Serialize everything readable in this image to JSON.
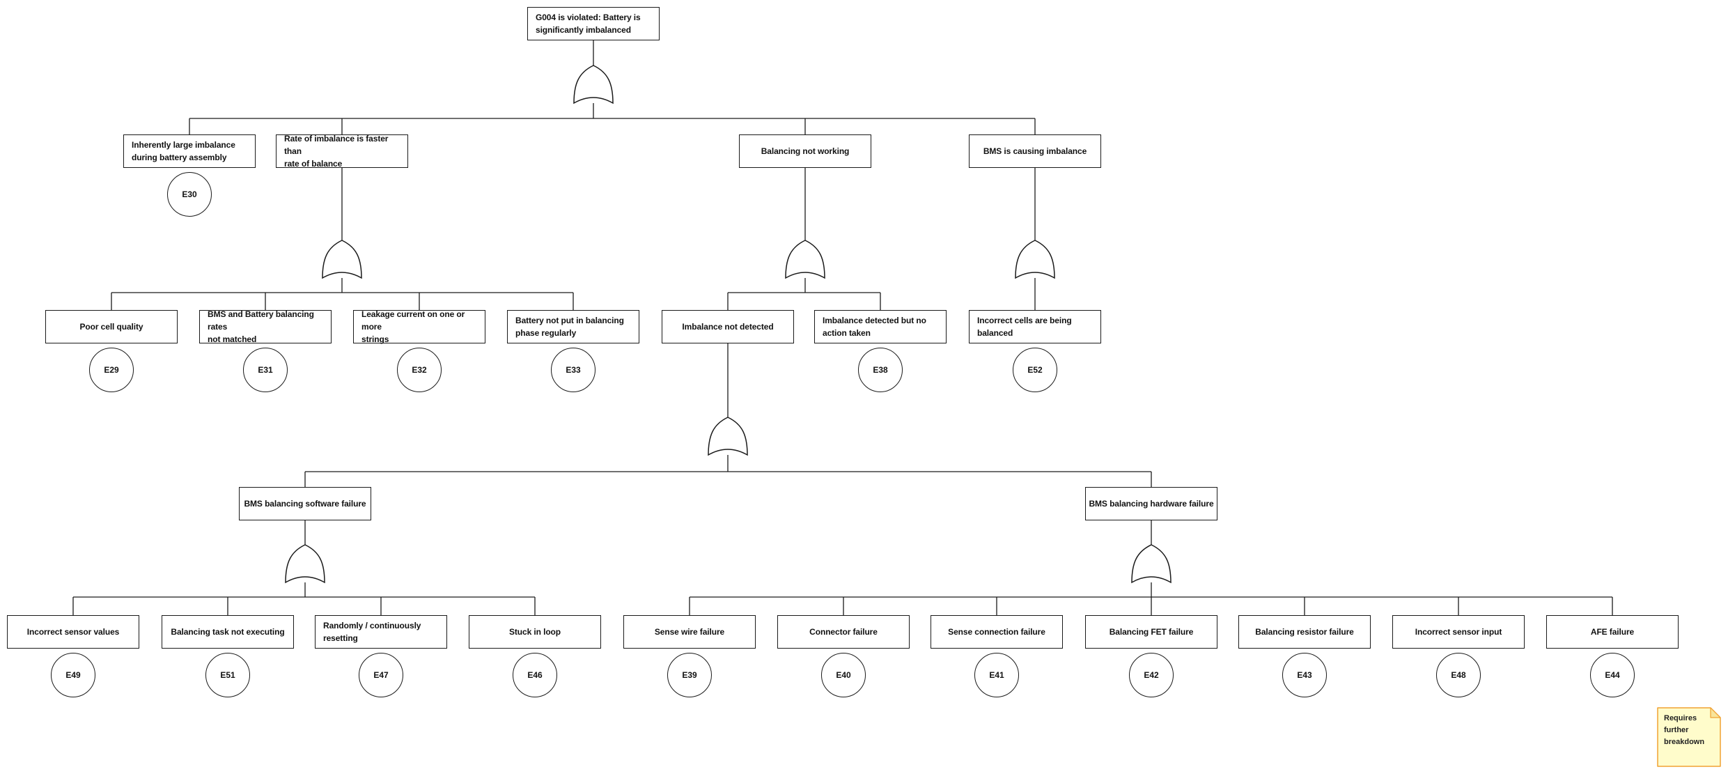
{
  "diagram_type": "fault-tree",
  "nodes": {
    "root": {
      "label": "G004 is violated: Battery is\nsignificantly imbalanced",
      "gate": "OR",
      "children": [
        "assembly",
        "rate",
        "balancing",
        "bms_cause"
      ]
    },
    "assembly": {
      "label": "Inherently large imbalance\nduring battery assembly",
      "ref": "E30"
    },
    "rate": {
      "label": "Rate of imbalance is faster than\nrate of balance",
      "gate": "OR",
      "children": [
        "poor_cell",
        "rates_not_matched",
        "leakage",
        "phase"
      ]
    },
    "balancing": {
      "label": "Balancing not working",
      "gate": "OR",
      "children": [
        "not_detected",
        "no_action"
      ]
    },
    "bms_cause": {
      "label": "BMS is causing imbalance",
      "gate": "OR",
      "children": [
        "incorrect_cells"
      ]
    },
    "poor_cell": {
      "label": "Poor cell quality",
      "ref": "E29"
    },
    "rates_not_matched": {
      "label": "BMS and Battery balancing rates\nnot matched",
      "ref": "E31"
    },
    "leakage": {
      "label": "Leakage current on one or more\nstrings",
      "ref": "E32"
    },
    "phase": {
      "label": "Battery not put in balancing\nphase regularly",
      "ref": "E33"
    },
    "not_detected": {
      "label": "Imbalance not detected",
      "gate": "OR",
      "children": [
        "sw",
        "hw"
      ]
    },
    "no_action": {
      "label": "Imbalance detected but no\naction taken",
      "ref": "E38"
    },
    "incorrect_cells": {
      "label": "Incorrect cells are being\nbalanced",
      "ref": "E52"
    },
    "sw": {
      "label": "BMS balancing software failure",
      "gate": "OR",
      "children": [
        "sensor_values",
        "task_not_executing",
        "resetting",
        "stuck_in_loop"
      ]
    },
    "hw": {
      "label": "BMS balancing hardware failure",
      "gate": "OR",
      "children": [
        "sense_wire",
        "connector",
        "sense_connection",
        "fet",
        "resistor",
        "sensor_input",
        "afe"
      ]
    },
    "sensor_values": {
      "label": "Incorrect sensor values",
      "ref": "E49"
    },
    "task_not_executing": {
      "label": "Balancing task not executing",
      "ref": "E51"
    },
    "resetting": {
      "label": "Randomly / continuously\nresetting",
      "ref": "E47"
    },
    "stuck_in_loop": {
      "label": "Stuck in loop",
      "ref": "E46"
    },
    "sense_wire": {
      "label": "Sense wire failure",
      "ref": "E39"
    },
    "connector": {
      "label": "Connector failure",
      "ref": "E40"
    },
    "sense_connection": {
      "label": "Sense connection failure",
      "ref": "E41"
    },
    "fet": {
      "label": "Balancing FET failure",
      "ref": "E42"
    },
    "resistor": {
      "label": "Balancing resistor failure",
      "ref": "E43"
    },
    "sensor_input": {
      "label": "Incorrect sensor input",
      "ref": "E48"
    },
    "afe": {
      "label": "AFE failure",
      "ref": "E44"
    }
  },
  "note": {
    "text": "Requires further breakdown"
  },
  "colors": {
    "line": "#1a1a1a",
    "text": "#111111",
    "box_fill": "#ffffff",
    "note_fill": "#fffccb",
    "note_border": "#f0a232",
    "note_fold": "#f8e49b"
  }
}
